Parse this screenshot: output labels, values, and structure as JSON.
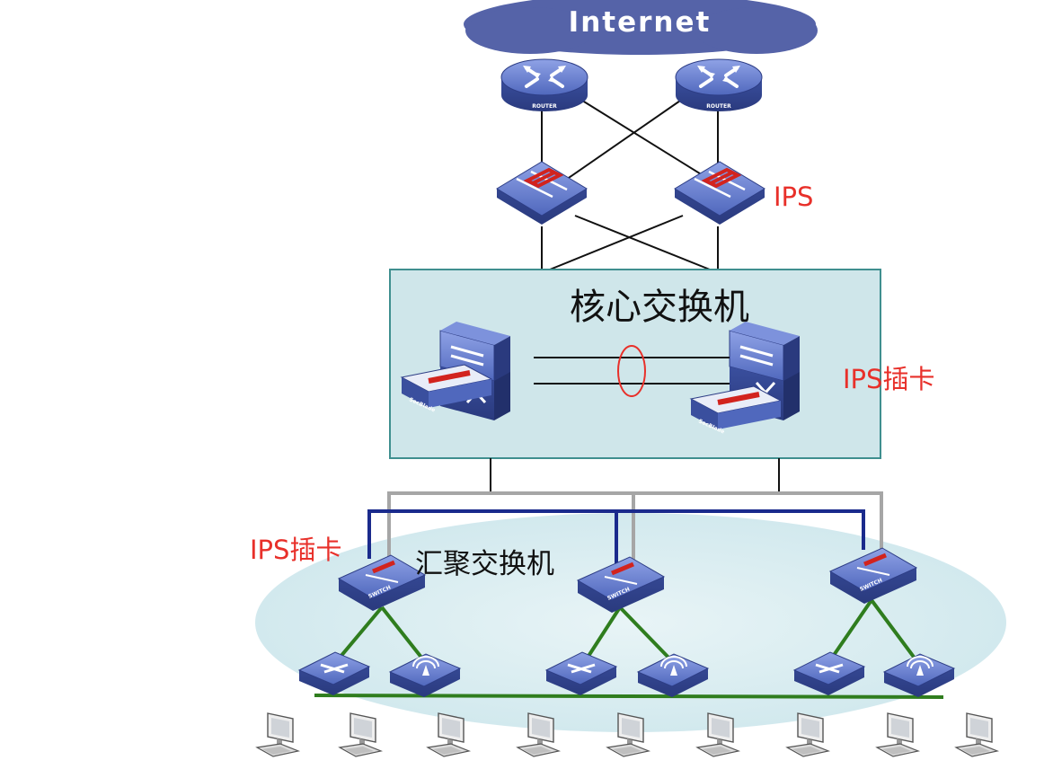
{
  "diagram": {
    "cloud_label": "Internet",
    "core_label": "核心交换机",
    "aggregation_label": "汇聚交换机",
    "ips_label": "IPS",
    "ips_card_label_core": "IPS插卡",
    "ips_card_label_agg": "IPS插卡",
    "router_caption": "ROUTER",
    "switch_caption": "SWITCH",
    "secblade_caption": "SecBlade",
    "colors": {
      "device_blue": "#3d55a6",
      "device_blue_light": "#6f86d3",
      "cloud": "#5563a8",
      "core_box_fill": "#cfe6ea",
      "core_box_border": "#3f8f8f",
      "agg_ellipse": "#dbeef2",
      "red_label": "#e8302a",
      "blue_link": "#1a2a8c",
      "gray_link": "#a6a6a6",
      "green_link": "#2f7d1e",
      "black_link": "#111111"
    },
    "icons": [
      "router-icon",
      "ips-icon",
      "core-switch-icon",
      "secblade-icon",
      "switch-icon",
      "access-switch-icon",
      "wireless-ap-icon",
      "pc-icon"
    ]
  }
}
